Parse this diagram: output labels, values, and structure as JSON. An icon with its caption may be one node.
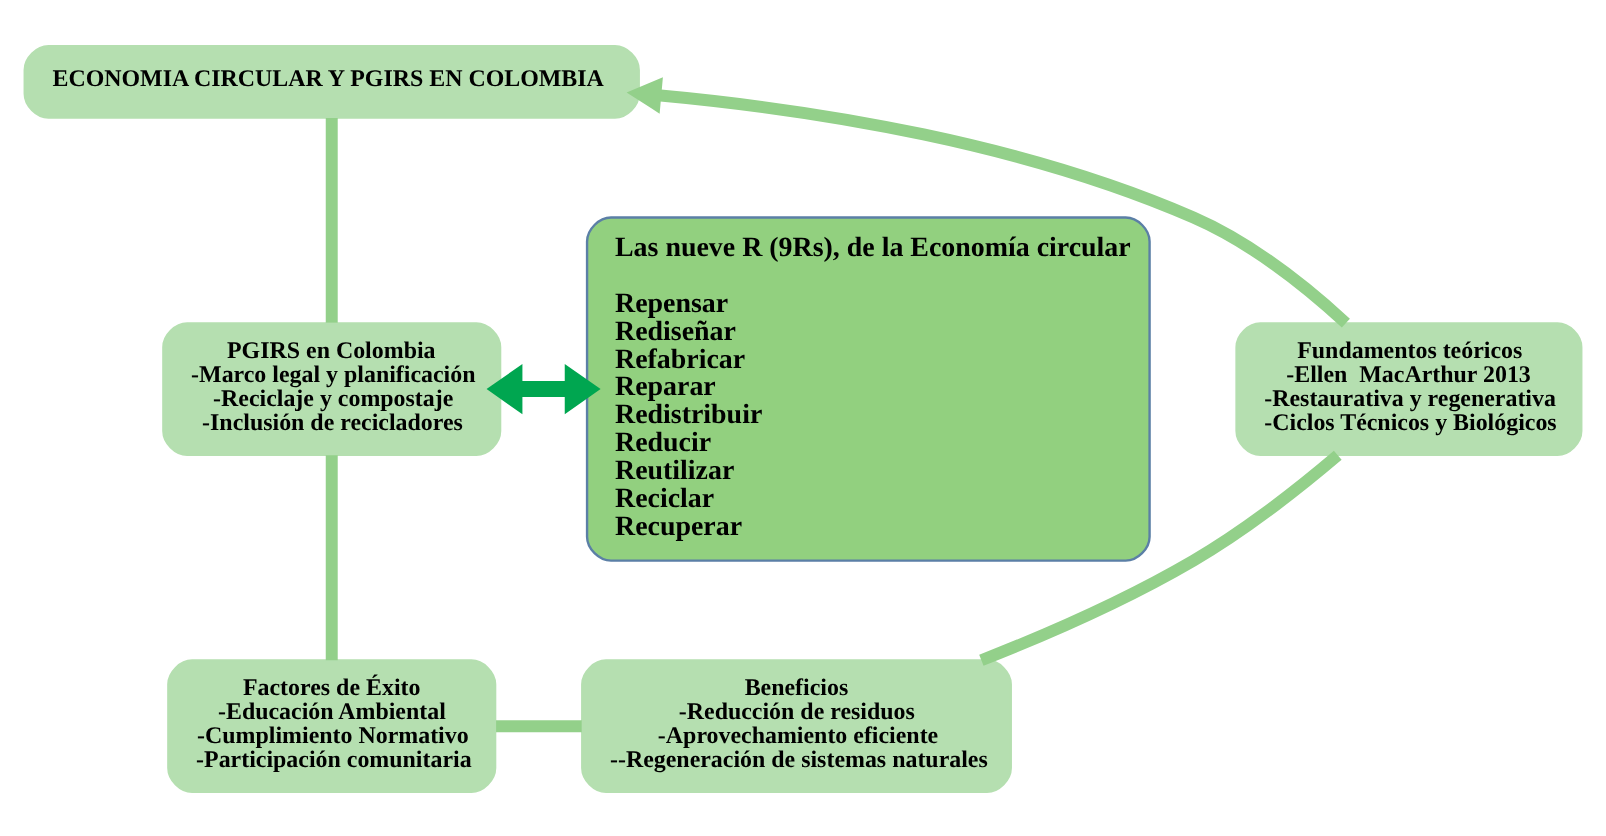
{
  "diagram": {
    "nodes": [
      {
        "text": [
          "ECONOMIA CIRCULAR Y PGIRS EN COLOMBIA"
        ]
      },
      {
        "text": [
          "PGIRS en Colombia",
          "-Marco legal y planificación",
          "-Reciclaje y compostaje",
          "-Inclusión de recicladores"
        ]
      },
      {
        "text": [
          "Factores de Éxito",
          "-Educación Ambiental",
          "-Cumplimiento Normativo",
          "-Participación comunitaria"
        ]
      },
      {
        "text": [
          "Beneficios",
          "-Reducción de residuos",
          "-Aprovechamiento eficiente",
          "--Regeneración de sistemas naturales"
        ]
      },
      {
        "text": [
          "Fundamentos teóricos",
          "-Ellen  MacArthur 2013",
          "-Restaurativa y regenerativa",
          "-Ciclos Técnicos y Biológicos"
        ]
      },
      {
        "text": [
          "Las nueve R (9Rs), de la Economía circular",
          "Repensar",
          "Rediseñar",
          "Refabricar",
          "Reparar",
          "Redistribuir",
          "Reducir",
          "Reutilizar",
          "Reciclar",
          "Recuperar"
        ]
      }
    ],
    "edges": [
      {
        "from": 0,
        "to": 1,
        "arrow": "none"
      },
      {
        "from": 1,
        "to": 2,
        "arrow": "none"
      },
      {
        "from": 2,
        "to": 3,
        "arrow": "none"
      },
      {
        "from": 3,
        "to": 4,
        "arrow": "none"
      },
      {
        "from": 4,
        "to": 0,
        "arrow": "to"
      },
      {
        "from": 1,
        "to": 5,
        "arrow": "both",
        "color": "#00a650"
      }
    ]
  }
}
